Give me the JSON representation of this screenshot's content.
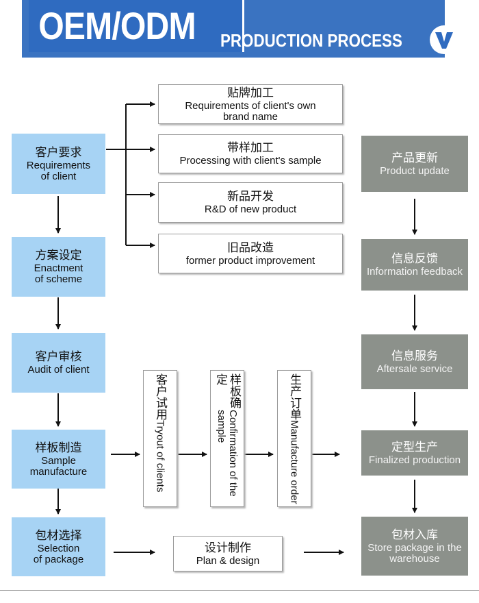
{
  "header": {
    "title": "OEM/ODM",
    "subtitle": "PRODUCTION PROCESS",
    "logo_icon": "v-logo-icon",
    "colors": {
      "banner": "#3a73c1",
      "left_steps": "#a7d3f4",
      "right_steps": "#8c918b"
    }
  },
  "left_steps": [
    {
      "zh": "客户要求",
      "en1": "Requirements",
      "en2": "of client"
    },
    {
      "zh": "方案设定",
      "en1": "Enactment",
      "en2": "of scheme"
    },
    {
      "zh": "客户审核",
      "en1": "Audit of client",
      "en2": ""
    },
    {
      "zh": "样板制造",
      "en1": "Sample",
      "en2": "manufacture"
    },
    {
      "zh": "包材选择",
      "en1": "Selection",
      "en2": "of package"
    }
  ],
  "options": [
    {
      "zh": "贴牌加工",
      "en1": "Requirements of client's own",
      "en2": "brand name"
    },
    {
      "zh": "带样加工",
      "en1": "Processing with client's sample",
      "en2": ""
    },
    {
      "zh": "新品开发",
      "en1": "R&D of new product",
      "en2": ""
    },
    {
      "zh": "旧品改造",
      "en1": "former product improvement",
      "en2": ""
    }
  ],
  "vertical_steps": [
    {
      "zh": "客户试用",
      "en": "Tryout of clients"
    },
    {
      "zh": "样板确定",
      "en": "Confirmation of the sample"
    },
    {
      "zh": "生产订单",
      "en": "Manufacture order"
    }
  ],
  "plan": {
    "zh": "设计制作",
    "en": "Plan & design"
  },
  "right_steps": [
    {
      "zh": "产品更新",
      "en1": "Product update",
      "en2": ""
    },
    {
      "zh": "信息反馈",
      "en1": "Information feedback",
      "en2": ""
    },
    {
      "zh": "信息服务",
      "en1": "Aftersale service",
      "en2": ""
    },
    {
      "zh": "定型生产",
      "en1": "Finalized production",
      "en2": ""
    },
    {
      "zh": "包材入库",
      "en1": "Store package in the",
      "en2": "warehouse"
    }
  ]
}
